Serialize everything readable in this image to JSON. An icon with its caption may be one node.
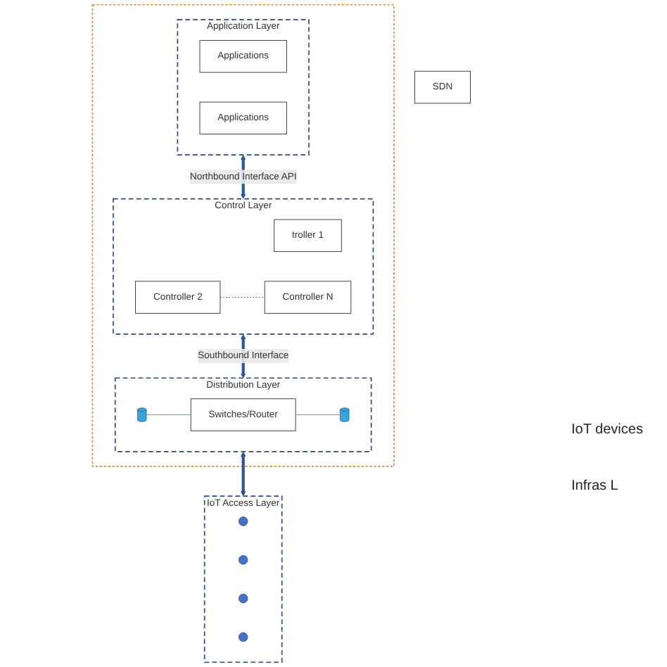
{
  "diagram": {
    "nodes": [
      {
        "text": [],
        "shape": "box"
      },
      {
        "text": [
          "Application Layer"
        ],
        "in": 0
      },
      {
        "text": [
          "Applications"
        ],
        "in": 1
      },
      {
        "text": [
          "Applications"
        ],
        "in": 1
      },
      {
        "text": [
          "Control Layer"
        ],
        "in": 0
      },
      {
        "text": [
          "troller 1"
        ],
        "in": 4
      },
      {
        "text": [
          "Controller 2"
        ],
        "in": 4
      },
      {
        "text": [
          "Controller N"
        ],
        "in": 4
      },
      {
        "text": [
          "Distribution Layer"
        ],
        "in": 0
      },
      {
        "text": [],
        "shape": "cylinder",
        "in": 8
      },
      {
        "text": [
          "Switches/Router"
        ],
        "in": 8
      },
      {
        "text": [],
        "shape": "cylinder",
        "in": 8
      },
      {
        "text": [
          "IoT Access Layer"
        ]
      },
      {
        "text": [],
        "shape": "circle",
        "in": 12
      },
      {
        "text": [],
        "shape": "circle",
        "in": 12
      },
      {
        "text": [],
        "shape": "circle",
        "in": 12
      },
      {
        "text": [],
        "shape": "circle",
        "in": 12
      },
      {
        "text": [
          "SDN"
        ]
      }
    ],
    "edges": [
      {
        "from": 1,
        "to": 4,
        "arrow": "both",
        "label": "Northbound Interface API",
        "style": "thick",
        "color": "#2e5597"
      },
      {
        "from": 4,
        "to": 8,
        "arrow": "both",
        "label": "Southbound Interface",
        "style": "thick",
        "color": "#2e5597"
      },
      {
        "from": 8,
        "to": 12,
        "arrow": "both",
        "style": "thick",
        "color": "#2e5597"
      },
      {
        "from": 6,
        "to": 7,
        "arrow": "none",
        "style": "dashed",
        "color": "#222222"
      },
      {
        "from": 9,
        "to": 10,
        "arrow": "none",
        "color": "#5b7db1"
      },
      {
        "from": 10,
        "to": 11,
        "arrow": "none",
        "color": "#5b7db1"
      }
    ],
    "labels": [
      "IoT devices",
      "Infras L"
    ]
  }
}
